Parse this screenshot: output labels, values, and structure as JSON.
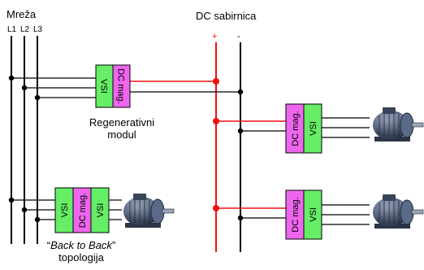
{
  "grid": {
    "title": "Mreža",
    "phases": [
      "L1",
      "L2",
      "L3"
    ]
  },
  "dc_bus": {
    "title": "DC sabirnica",
    "plus": "+",
    "minus": "-"
  },
  "blocks": {
    "vsi": "VSI",
    "dc_mag": "DC mag."
  },
  "regenerative": {
    "caption_line1": "Regenerativni",
    "caption_line2": "modul"
  },
  "back_to_back": {
    "caption_q_open": "“",
    "caption_italic": "Back to Back",
    "caption_q_close": "”",
    "caption_line2": "topologija"
  },
  "colors": {
    "vsi_fill": "#66ee66",
    "dc_mag_fill": "#ee66ee",
    "dc_plus": "#ee1111",
    "wire": "#000000"
  }
}
